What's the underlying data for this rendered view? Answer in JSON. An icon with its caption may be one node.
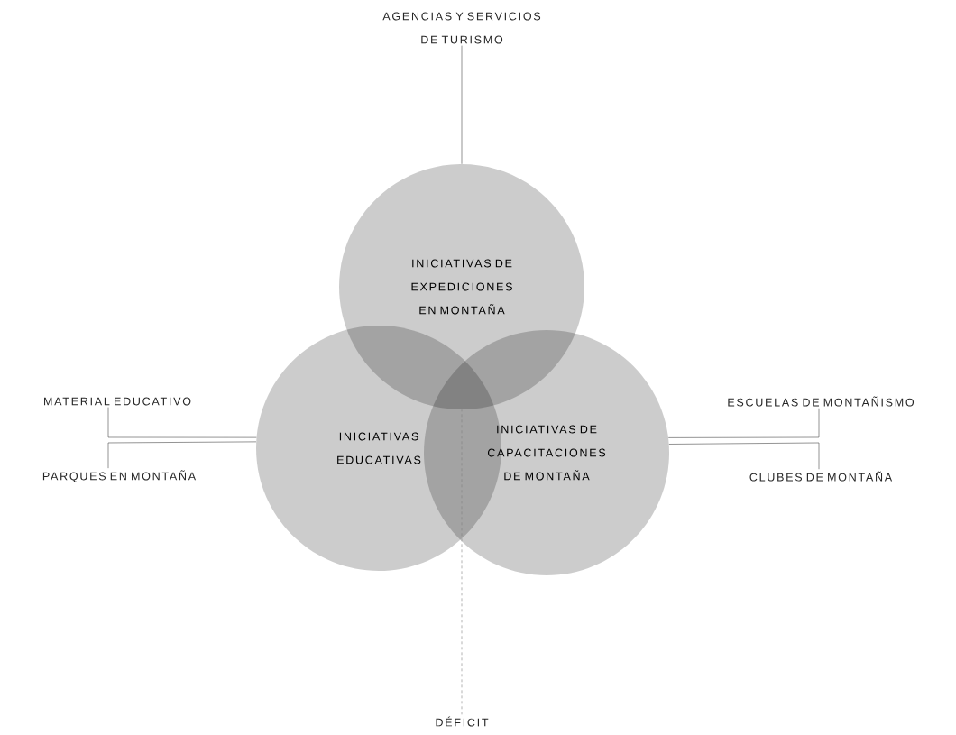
{
  "diagram": {
    "nodes": [
      {
        "text": [
          "AGENCIAS Y SERVICIOS DE TURISMO"
        ]
      },
      {
        "text": [
          "INICIATIVAS DE EXPEDICIONES EN MONTAÑA"
        ]
      },
      {
        "text": [
          "MATERIAL EDUCATIVO"
        ]
      },
      {
        "text": [
          "ESCUELAS DE MONTAÑISMO"
        ]
      },
      {
        "text": [
          "INICIATIVAS EDUCATIVAS"
        ]
      },
      {
        "text": [
          "INICIATIVAS DE CAPACITACIONES DE MONTAÑA"
        ]
      },
      {
        "text": [
          "PARQUES EN MONTAÑA"
        ]
      },
      {
        "text": [
          "CLUBES DE MONTAÑA"
        ]
      },
      {
        "text": [
          "DÉFICIT"
        ]
      }
    ],
    "edges": [
      {
        "from": 0,
        "to": 1,
        "arrow": "none"
      },
      {
        "from": 2,
        "to": 4,
        "arrow": "none"
      },
      {
        "from": 3,
        "to": 5,
        "arrow": "none"
      },
      {
        "from": 6,
        "to": 4,
        "arrow": "none"
      },
      {
        "from": 7,
        "to": 5,
        "arrow": "none"
      },
      {
        "from": 8,
        "to": 1,
        "arrow": "none",
        "style": "dashed"
      }
    ]
  }
}
